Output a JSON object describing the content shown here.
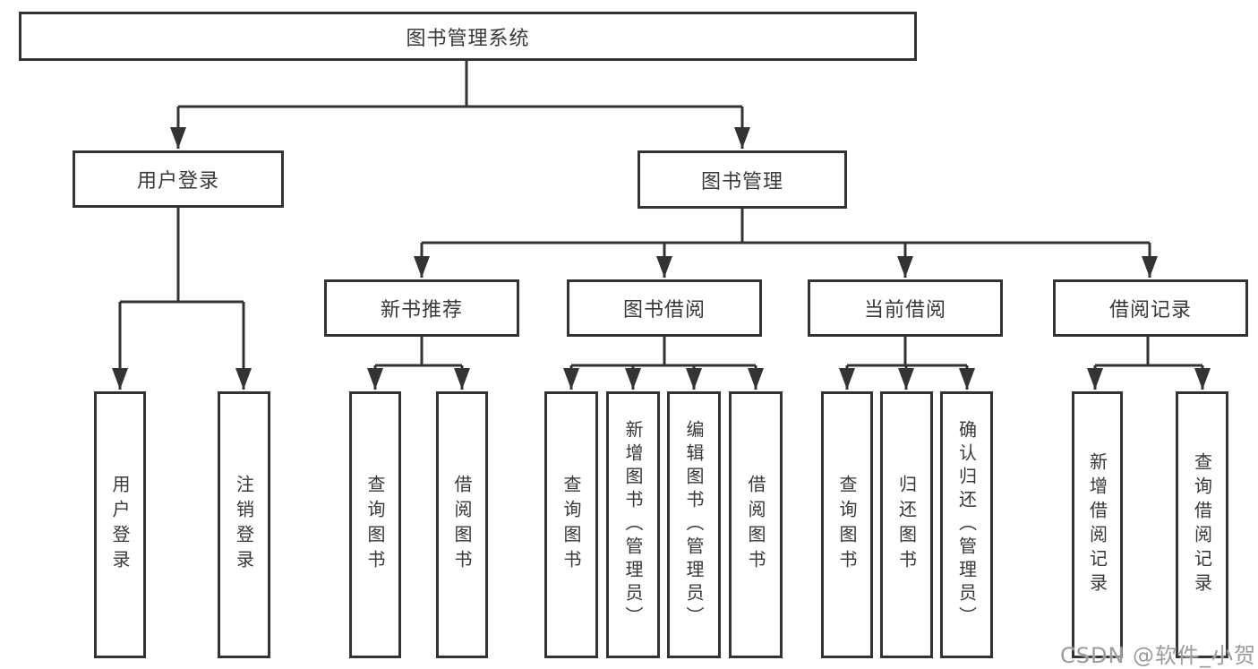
{
  "diagram": {
    "root": {
      "label": "图书管理系统",
      "children": [
        {
          "label": "用户登录",
          "children": [
            {
              "label": "用户登录"
            },
            {
              "label": "注销登录"
            }
          ]
        },
        {
          "label": "图书管理",
          "children": [
            {
              "label": "新书推荐",
              "children": [
                {
                  "label": "查询图书"
                },
                {
                  "label": "借阅图书"
                }
              ]
            },
            {
              "label": "图书借阅",
              "children": [
                {
                  "label": "查询图书"
                },
                {
                  "label": "新增图书（管理员）"
                },
                {
                  "label": "编辑图书（管理员）"
                },
                {
                  "label": "借阅图书"
                }
              ]
            },
            {
              "label": "当前借阅",
              "children": [
                {
                  "label": "查询图书"
                },
                {
                  "label": "归还图书"
                },
                {
                  "label": "确认归还（管理员）"
                }
              ]
            },
            {
              "label": "借阅记录",
              "children": [
                {
                  "label": "新增借阅记录"
                },
                {
                  "label": "查询借阅记录"
                }
              ]
            }
          ]
        }
      ]
    }
  },
  "watermark": {
    "text": "CSDN @软件_小贺同学"
  },
  "colors": {
    "line": "#333333",
    "box_border": "#333333",
    "text": "#383838",
    "background": "#ffffff",
    "watermark": "#9b9b9b"
  }
}
